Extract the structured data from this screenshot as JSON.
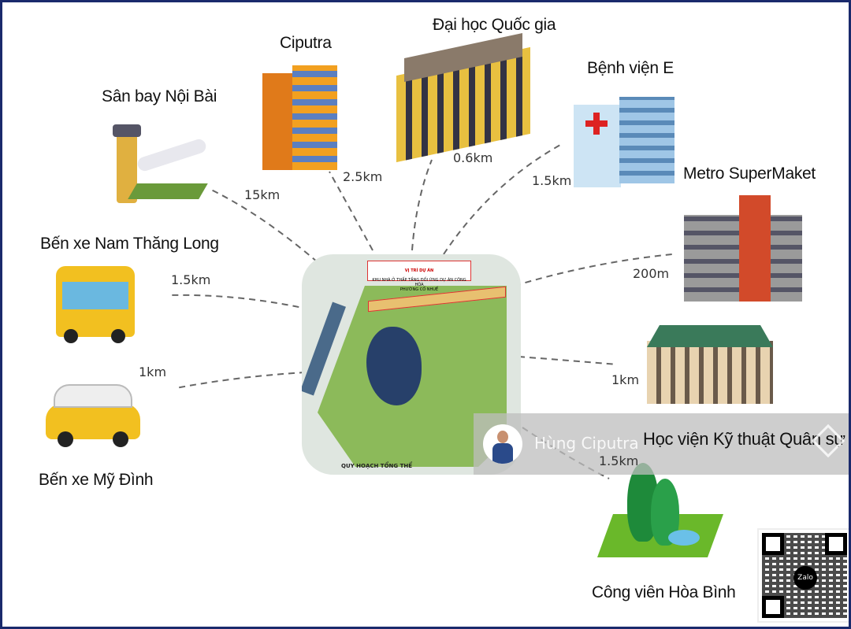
{
  "destinations": [
    {
      "name": "Sân bay Nội Bài",
      "distance": "15km"
    },
    {
      "name": "Ciputra",
      "distance": "2.5km"
    },
    {
      "name": "Đại học Quốc gia",
      "distance": "0.6km"
    },
    {
      "name": "Bệnh viện E",
      "distance": "1.5km"
    },
    {
      "name": "Metro SuperMaket",
      "distance": "200m"
    },
    {
      "name": "Bến xe Nam Thăng Long",
      "distance": "1.5km"
    },
    {
      "name": "Bến xe Mỹ Đình",
      "distance": "1km"
    },
    {
      "name": "Học viện Kỹ thuật Quân sự",
      "distance": "1km"
    },
    {
      "name": "Công viên Hòa Bình",
      "distance": "1.5km"
    }
  ],
  "map": {
    "title": "VỊ TRÍ DỰ ÁN",
    "subtitle": "KHU NHÀ Ở THẤP TẦNG ĐỐI ỨNG DỰ ÁN CÔNG HÒA\nPHƯỜNG CỔ NHUẾ",
    "caption": "QUY HOẠCH TỔNG THỂ"
  },
  "watermark": {
    "name": "Hùng Ciputra"
  },
  "qr": {
    "label": "Zalo"
  }
}
